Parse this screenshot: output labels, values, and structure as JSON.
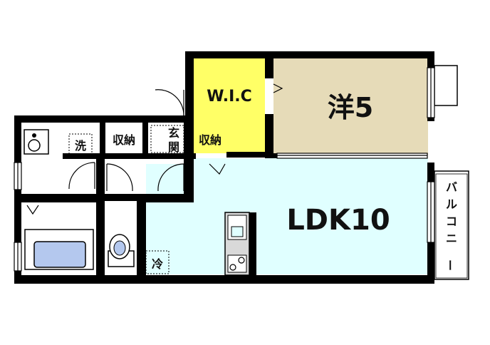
{
  "floorplan": {
    "rooms": {
      "wic": "W.I.C",
      "western": "洋5",
      "ldk": "LDK10",
      "balcony": "バルコニー",
      "wash": "洗",
      "storage_left": "収納",
      "storage_right": "収納",
      "entrance_top": "玄",
      "entrance_bottom": "関",
      "fridge": "冷"
    },
    "colors": {
      "wic": "#ffff66",
      "western": "#e6dbb8",
      "ldk": "#e0ffff",
      "bath_tub": "#b4c8ee",
      "wall": "#000000",
      "floor": "#ffffff"
    }
  }
}
